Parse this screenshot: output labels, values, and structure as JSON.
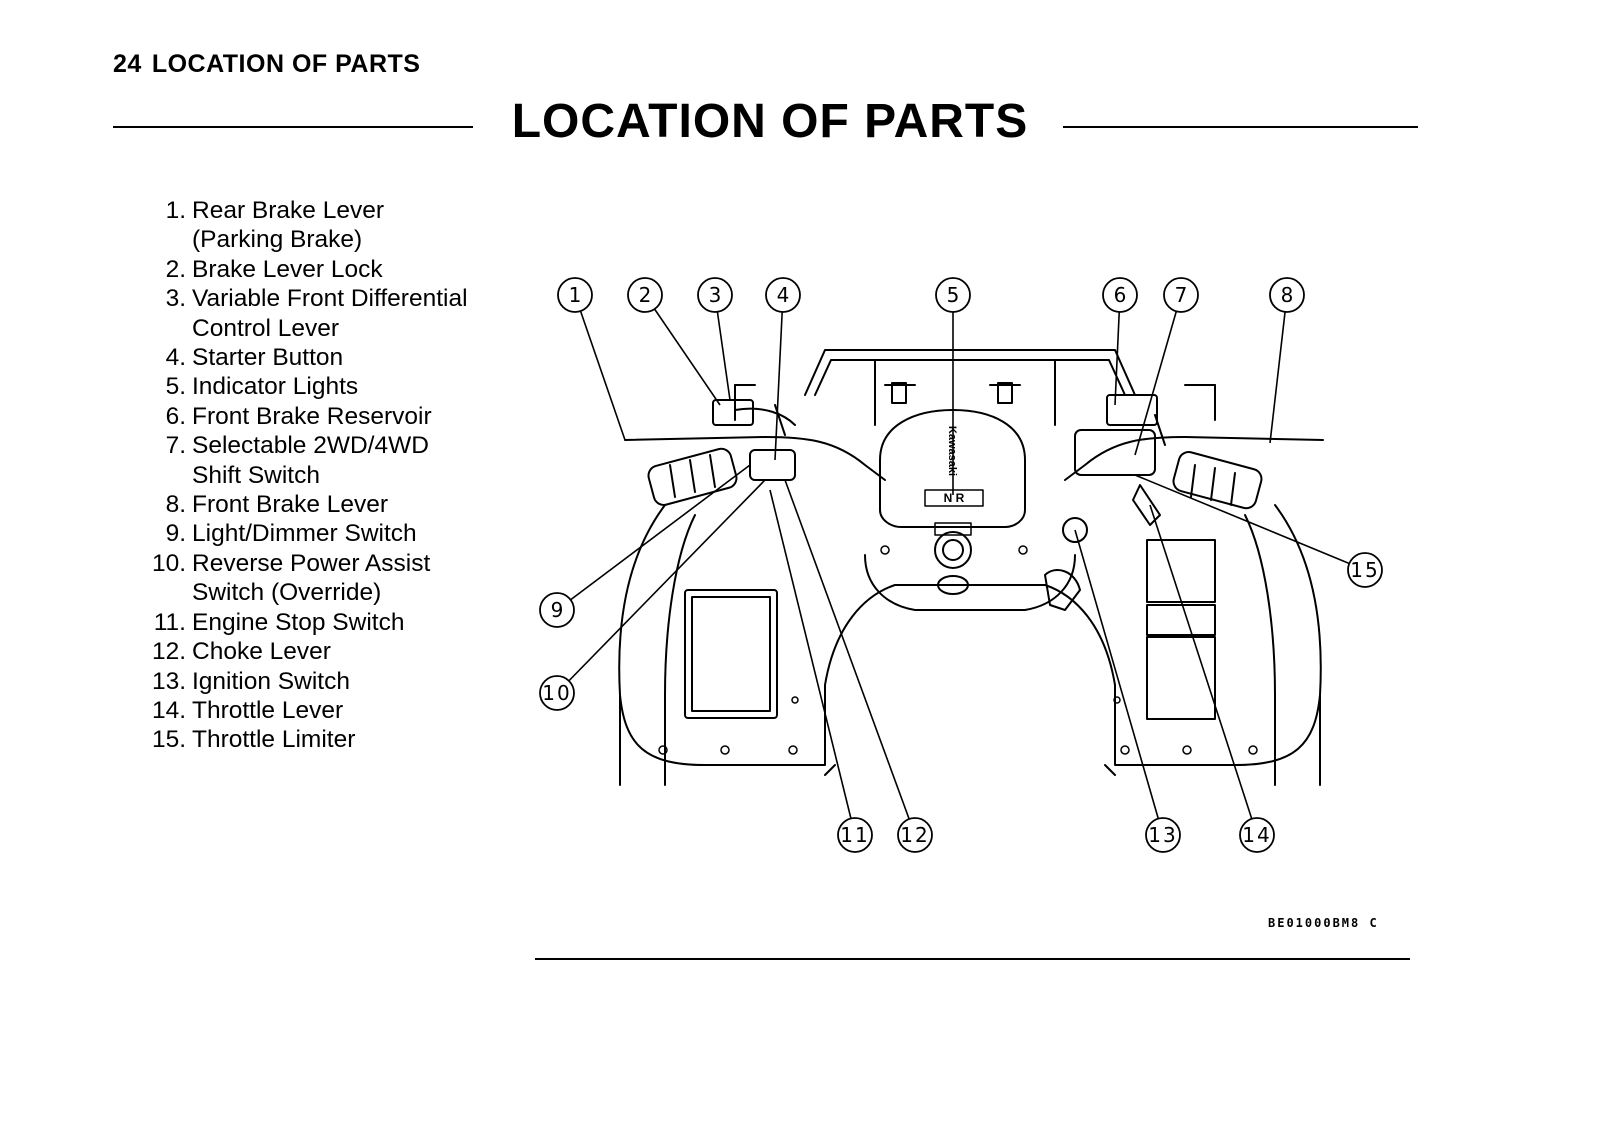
{
  "header": {
    "page_number": "24",
    "section": "LOCATION OF PARTS"
  },
  "title": "LOCATION OF PARTS",
  "legend": [
    {
      "num": "1.",
      "lines": [
        "Rear Brake Lever",
        "(Parking Brake)"
      ]
    },
    {
      "num": "2.",
      "lines": [
        "Brake Lever Lock"
      ]
    },
    {
      "num": "3.",
      "lines": [
        "Variable Front Differential",
        "Control Lever"
      ]
    },
    {
      "num": "4.",
      "lines": [
        "Starter Button"
      ]
    },
    {
      "num": "5.",
      "lines": [
        "Indicator Lights"
      ]
    },
    {
      "num": "6.",
      "lines": [
        "Front Brake Reservoir"
      ]
    },
    {
      "num": "7.",
      "lines": [
        "Selectable 2WD/4WD",
        "Shift Switch"
      ]
    },
    {
      "num": "8.",
      "lines": [
        "Front Brake Lever"
      ]
    },
    {
      "num": "9.",
      "lines": [
        "Light/Dimmer Switch"
      ]
    },
    {
      "num": "10.",
      "lines": [
        "Reverse Power Assist",
        "Switch (Override)"
      ]
    },
    {
      "num": "11.",
      "lines": [
        "Engine Stop Switch"
      ]
    },
    {
      "num": "12.",
      "lines": [
        "Choke Lever"
      ]
    },
    {
      "num": "13.",
      "lines": [
        "Ignition Switch"
      ]
    },
    {
      "num": "14.",
      "lines": [
        "Throttle Lever"
      ]
    },
    {
      "num": "15.",
      "lines": [
        "Throttle Limiter"
      ]
    }
  ],
  "figure": {
    "callouts": [
      "1",
      "2",
      "3",
      "4",
      "5",
      "6",
      "7",
      "8",
      "9",
      "10",
      "11",
      "12",
      "13",
      "14",
      "15"
    ],
    "dash_labels": {
      "brand": "Kawasaki",
      "indicator": "N R"
    },
    "code": "BE01000BM8 C"
  }
}
